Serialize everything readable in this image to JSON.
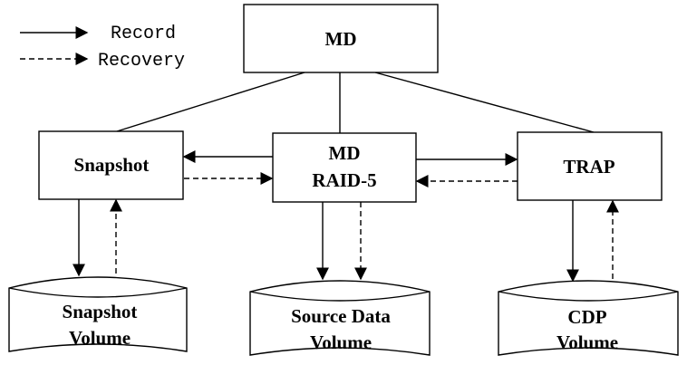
{
  "legend": {
    "record_label": "Record",
    "recovery_label": "Recovery"
  },
  "nodes": {
    "md": {
      "label": "MD"
    },
    "snapshot": {
      "label": "Snapshot"
    },
    "md_raid5": {
      "line1": "MD",
      "line2": "RAID-5"
    },
    "trap": {
      "label": "TRAP"
    }
  },
  "volumes": {
    "snapshot_volume": {
      "line1": "Snapshot",
      "line2": "Volume"
    },
    "source_data_volume": {
      "line1": "Source Data",
      "line2": "Volume"
    },
    "cdp_volume": {
      "line1": "CDP",
      "line2": "Volume"
    }
  },
  "colors": {
    "stroke": "#000000",
    "background": "#ffffff"
  }
}
